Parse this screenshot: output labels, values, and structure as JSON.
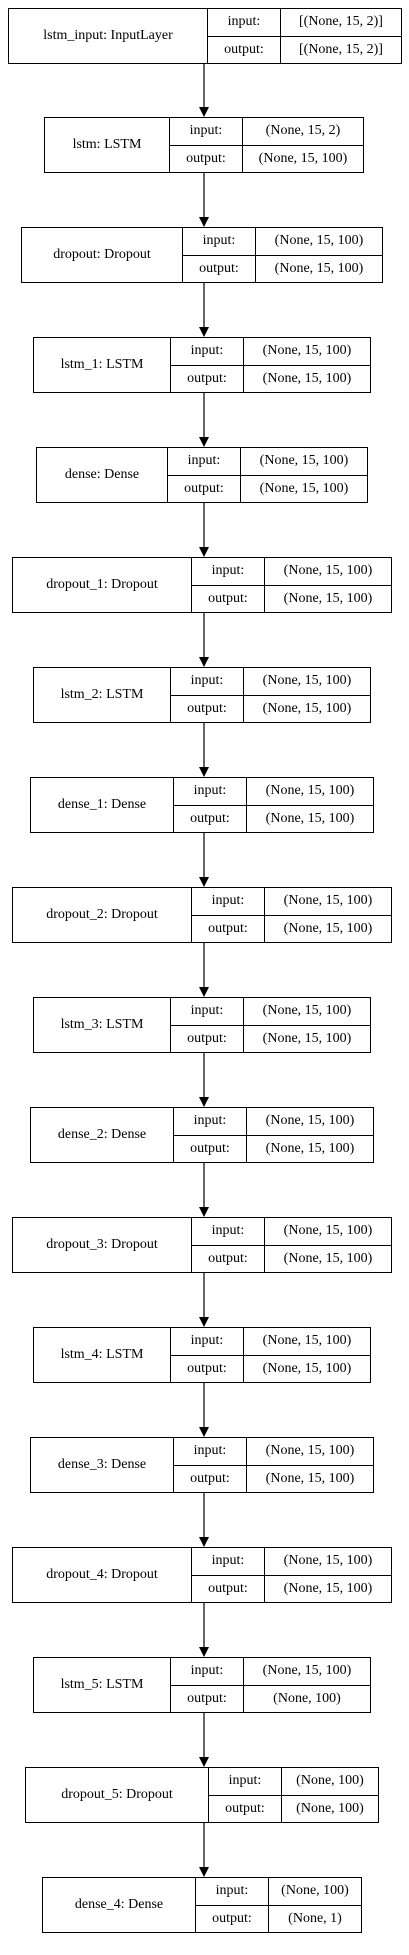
{
  "diagram": {
    "nodes": [
      {
        "name": "lstm_input: InputLayer",
        "input_label": "input:",
        "output_label": "output:",
        "input": "[(None, 15, 2)]",
        "output": "[(None, 15, 2)]"
      },
      {
        "name": "lstm: LSTM",
        "input_label": "input:",
        "output_label": "output:",
        "input": "(None, 15, 2)",
        "output": "(None, 15, 100)"
      },
      {
        "name": "dropout: Dropout",
        "input_label": "input:",
        "output_label": "output:",
        "input": "(None, 15, 100)",
        "output": "(None, 15, 100)"
      },
      {
        "name": "lstm_1: LSTM",
        "input_label": "input:",
        "output_label": "output:",
        "input": "(None, 15, 100)",
        "output": "(None, 15, 100)"
      },
      {
        "name": "dense: Dense",
        "input_label": "input:",
        "output_label": "output:",
        "input": "(None, 15, 100)",
        "output": "(None, 15, 100)"
      },
      {
        "name": "dropout_1: Dropout",
        "input_label": "input:",
        "output_label": "output:",
        "input": "(None, 15, 100)",
        "output": "(None, 15, 100)"
      },
      {
        "name": "lstm_2: LSTM",
        "input_label": "input:",
        "output_label": "output:",
        "input": "(None, 15, 100)",
        "output": "(None, 15, 100)"
      },
      {
        "name": "dense_1: Dense",
        "input_label": "input:",
        "output_label": "output:",
        "input": "(None, 15, 100)",
        "output": "(None, 15, 100)"
      },
      {
        "name": "dropout_2: Dropout",
        "input_label": "input:",
        "output_label": "output:",
        "input": "(None, 15, 100)",
        "output": "(None, 15, 100)"
      },
      {
        "name": "lstm_3: LSTM",
        "input_label": "input:",
        "output_label": "output:",
        "input": "(None, 15, 100)",
        "output": "(None, 15, 100)"
      },
      {
        "name": "dense_2: Dense",
        "input_label": "input:",
        "output_label": "output:",
        "input": "(None, 15, 100)",
        "output": "(None, 15, 100)"
      },
      {
        "name": "dropout_3: Dropout",
        "input_label": "input:",
        "output_label": "output:",
        "input": "(None, 15, 100)",
        "output": "(None, 15, 100)"
      },
      {
        "name": "lstm_4: LSTM",
        "input_label": "input:",
        "output_label": "output:",
        "input": "(None, 15, 100)",
        "output": "(None, 15, 100)"
      },
      {
        "name": "dense_3: Dense",
        "input_label": "input:",
        "output_label": "output:",
        "input": "(None, 15, 100)",
        "output": "(None, 15, 100)"
      },
      {
        "name": "dropout_4: Dropout",
        "input_label": "input:",
        "output_label": "output:",
        "input": "(None, 15, 100)",
        "output": "(None, 15, 100)"
      },
      {
        "name": "lstm_5: LSTM",
        "input_label": "input:",
        "output_label": "output:",
        "input": "(None, 15, 100)",
        "output": "(None, 100)"
      },
      {
        "name": "dropout_5: Dropout",
        "input_label": "input:",
        "output_label": "output:",
        "input": "(None, 100)",
        "output": "(None, 100)"
      },
      {
        "name": "dense_4: Dense",
        "input_label": "input:",
        "output_label": "output:",
        "input": "(None, 100)",
        "output": "(None, 1)"
      }
    ]
  }
}
